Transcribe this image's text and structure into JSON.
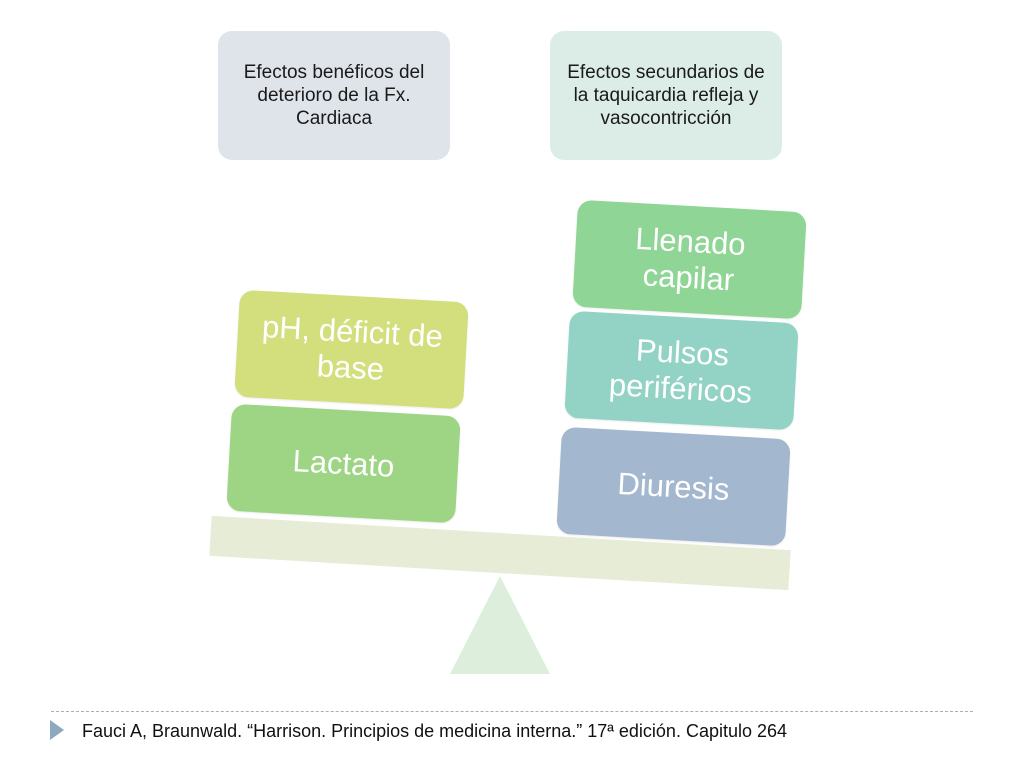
{
  "diagram": {
    "top_left_label": "Efectos benéficos del deterioro de la Fx. Cardiaca",
    "top_right_label": "Efectos secundarios de la taquicardia refleja y vasocontricción",
    "left_blocks": [
      {
        "label": "pH, déficit de base"
      },
      {
        "label": "Lactato"
      }
    ],
    "right_blocks": [
      {
        "label": "Llenado capilar"
      },
      {
        "label": "Pulsos periféricos"
      },
      {
        "label": "Diuresis"
      }
    ]
  },
  "footer": {
    "citation": "Fauci A,  Braunwald. “Harrison. Principios de medicina interna.” 17ª edición.  Capitulo 264"
  },
  "colors": {
    "top_left_box": "#dfe3ea",
    "top_right_box": "#dcece7",
    "ph_block": "#d3df7d",
    "lactato_block": "#9ed584",
    "llenado_block": "#8fd596",
    "pulsos_block": "#92d3c5",
    "diuresis_block": "#a3b7cf",
    "beam": "#e6ecd6",
    "fulcrum": "#ddeedd",
    "bullet": "#8ea8c0"
  }
}
